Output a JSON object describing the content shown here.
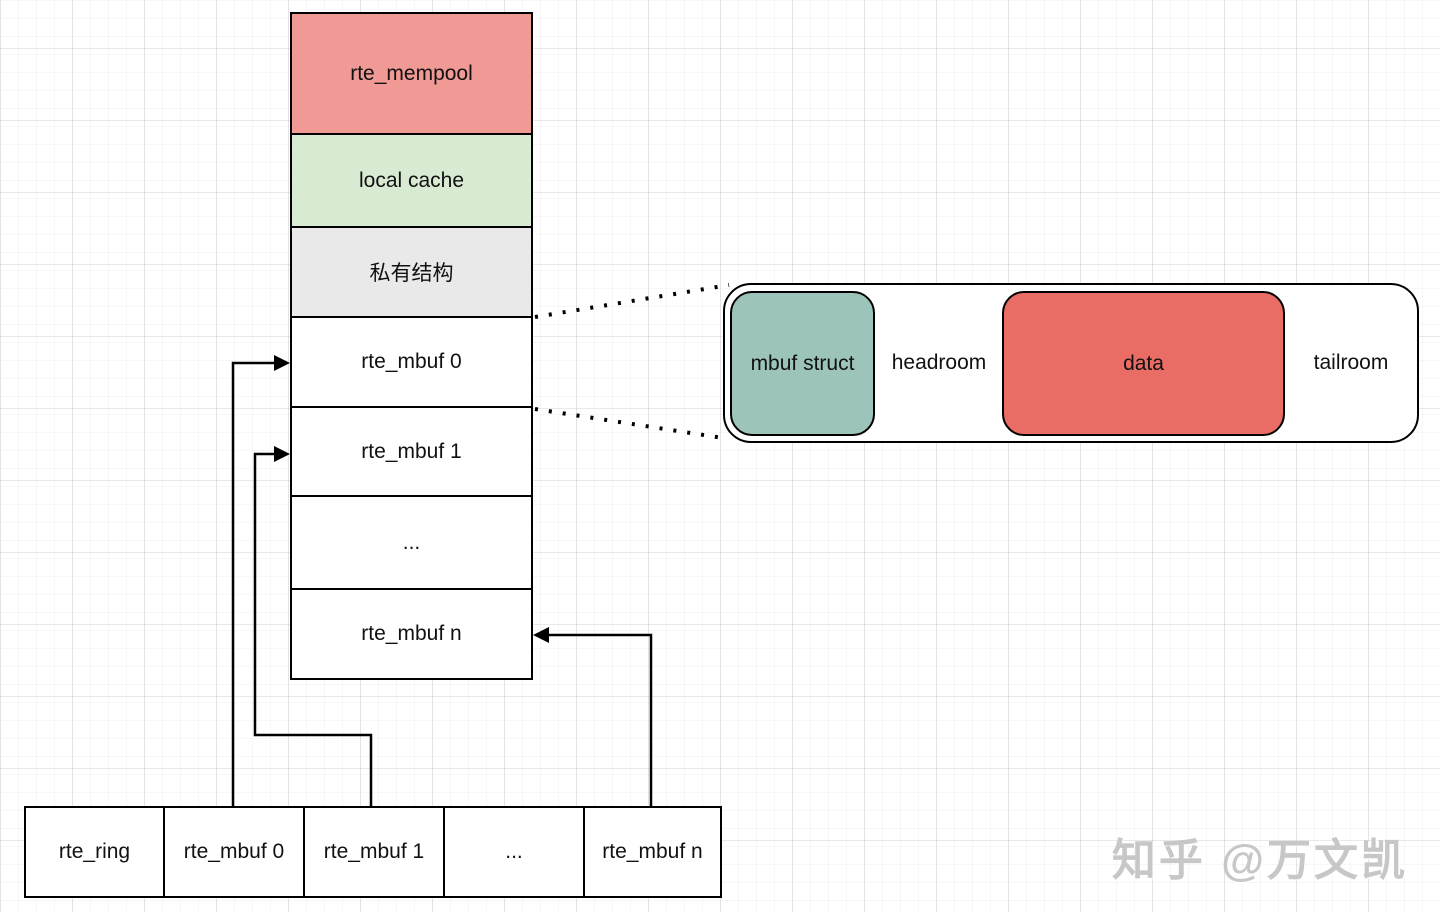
{
  "stack": {
    "items": [
      {
        "label": "rte_mempool",
        "fill": "#f09995"
      },
      {
        "label": "local cache",
        "fill": "#d9ead3"
      },
      {
        "label": "私有结构",
        "fill": "#e9e9e9"
      },
      {
        "label": "rte_mbuf 0",
        "fill": "#ffffff"
      },
      {
        "label": "rte_mbuf 1",
        "fill": "#ffffff"
      },
      {
        "label": "...",
        "fill": "#ffffff"
      },
      {
        "label": "rte_mbuf n",
        "fill": "#ffffff"
      }
    ]
  },
  "detail": {
    "mbuf_struct_label": "mbuf struct",
    "headroom_label": "headroom",
    "data_label": "data",
    "tailroom_label": "tailroom",
    "colors": {
      "mbuf_struct": "#9cc4ba",
      "data": "#e96d64",
      "container": "#ffffff"
    }
  },
  "bottom_row": {
    "cells": [
      {
        "label": "rte_ring"
      },
      {
        "label": "rte_mbuf 0"
      },
      {
        "label": "rte_mbuf 1"
      },
      {
        "label": "..."
      },
      {
        "label": "rte_mbuf n"
      }
    ]
  },
  "watermark_text": "知乎 @万文凯",
  "line_color": "#000000"
}
